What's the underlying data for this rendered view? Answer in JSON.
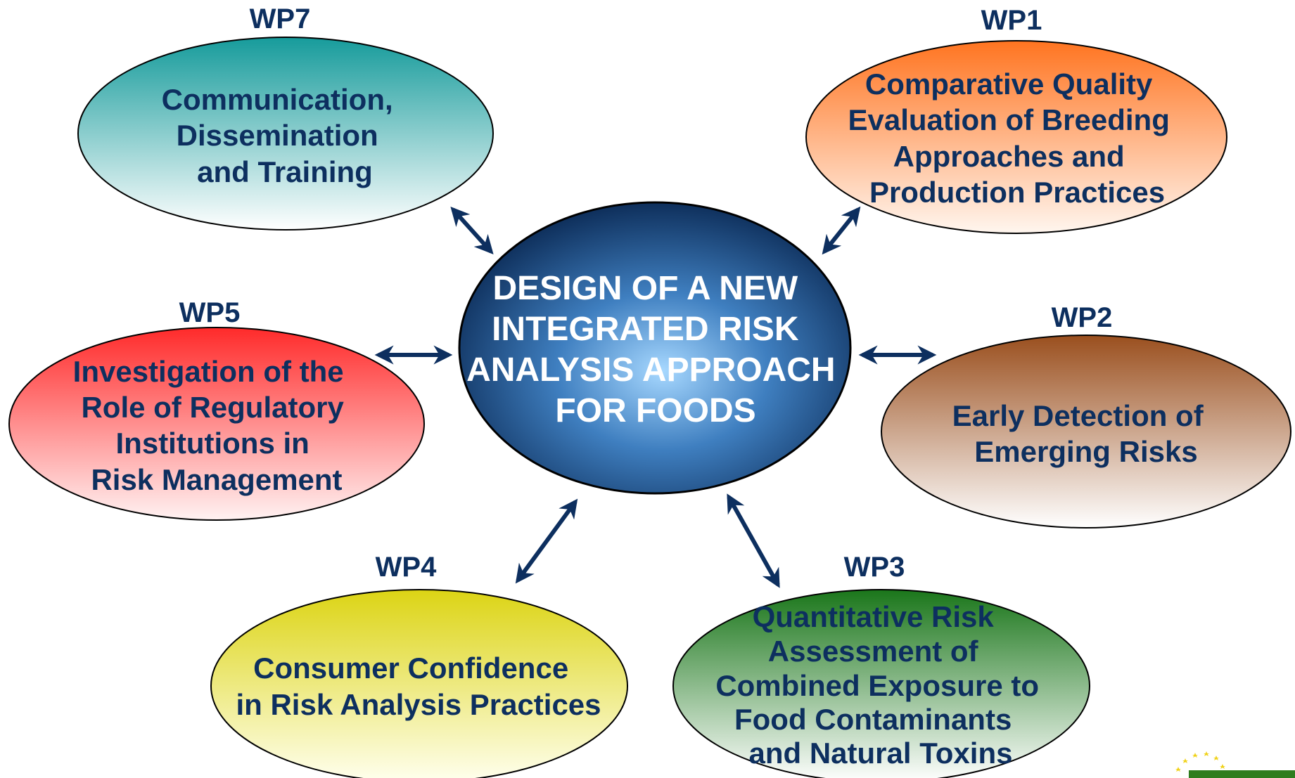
{
  "center": {
    "lines": [
      "DESIGN OF A NEW",
      "INTEGRATED RISK",
      "ANALYSIS APPROACH",
      "FOR FOODS"
    ]
  },
  "work_packages": [
    {
      "id": "WP7",
      "lines": [
        "Communication,",
        "Dissemination",
        "and Training"
      ],
      "color": "#1a9a9a"
    },
    {
      "id": "WP1",
      "lines": [
        "Comparative Quality",
        "Evaluation of Breeding",
        "Approaches and",
        "Production Practices"
      ],
      "color": "#ff7a2a"
    },
    {
      "id": "WP5",
      "lines": [
        "Investigation of the",
        "Role of Regulatory",
        "Institutions in",
        "Risk Management"
      ],
      "color": "#ff3030"
    },
    {
      "id": "WP2",
      "lines": [
        "Early Detection of",
        "Emerging Risks"
      ],
      "color": "#a35a2a"
    },
    {
      "id": "WP4",
      "lines": [
        "Consumer Confidence",
        "in Risk Analysis Practices"
      ],
      "color": "#dcd820"
    },
    {
      "id": "WP3",
      "lines": [
        "Quantitative Risk",
        "Assessment of",
        "Combined Exposure to",
        "Food Contaminants",
        "and Natural Toxins"
      ],
      "color": "#1e7a1e"
    }
  ],
  "colors": {
    "arrow": "#0d2f5f",
    "center_dark": "#0d2f5f",
    "center_light": "#9fd3ff"
  },
  "logo": {
    "icon": "eu-stars-logo"
  }
}
